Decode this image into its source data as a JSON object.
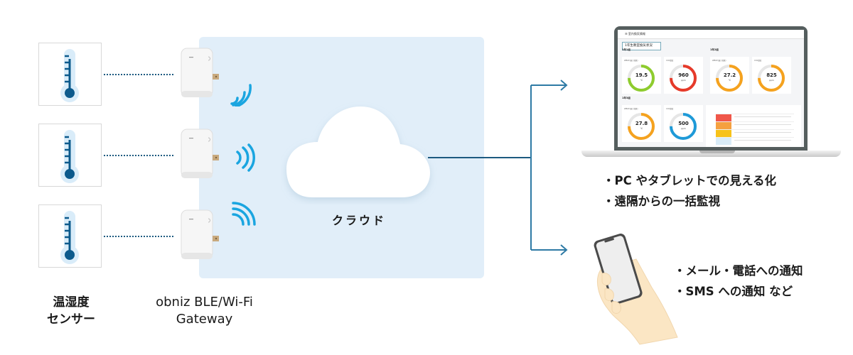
{
  "diagram": {
    "sensors": {
      "count": 3,
      "label_line1": "温湿度",
      "label_line2": "センサー",
      "icon": "thermometer-icon"
    },
    "gateway": {
      "label_line1": "obniz BLE/Wi-Fi",
      "label_line2": "Gateway",
      "icon": "gateway-device-icon",
      "signal_icon": "wireless-signal-icon"
    },
    "cloud": {
      "label": "クラウド",
      "icon": "cloud-icon"
    },
    "outputs": [
      {
        "device": "laptop",
        "bullets": [
          "・PC やタブレットでの見える化",
          "・遠隔からの一括監視"
        ]
      },
      {
        "device": "smartphone",
        "bullets": [
          "・メール・電話への通知",
          "・SMS への通知 など"
        ]
      }
    ],
    "colors": {
      "panel": "#e1eef9",
      "connector": "#1d5a80",
      "arrow": "#2e7aa5",
      "signal": "#1aa5e0",
      "thermometer": "#0c5a8c"
    }
  },
  "dashboard": {
    "app_title": "室内換気情報",
    "heading": "1年生教室換気状況",
    "sections": [
      {
        "name": "1年1組",
        "wbgt": {
          "title": "WBGT(暑さ指数)",
          "value": "19.5",
          "unit": "℃",
          "status": "good",
          "color": "#8ecc2e"
        },
        "co2": {
          "title": "CO2濃度",
          "value": "960",
          "unit": "ppm",
          "status": "warning",
          "color": "#e63a2a"
        }
      },
      {
        "name": "1年2組",
        "wbgt": {
          "title": "WBGT(暑さ指数)",
          "value": "27.2",
          "unit": "℃",
          "status": "caution",
          "color": "#f5a21e"
        },
        "co2": {
          "title": "CO2濃度",
          "value": "825",
          "unit": "ppm",
          "status": "caution",
          "color": "#f5a21e"
        }
      },
      {
        "name": "1年3組",
        "wbgt": {
          "title": "WBGT(暑さ指数)",
          "value": "27.8",
          "unit": "℃",
          "status": "caution",
          "color": "#f5a21e"
        },
        "co2": {
          "title": "CO2濃度",
          "value": "500",
          "unit": "ppm",
          "status": "good",
          "color": "#1e9ad8"
        }
      }
    ],
    "legend_table": {
      "row_colors": [
        "#f0574a",
        "#f5a040",
        "#f7c21a",
        "#d9ecf8"
      ]
    }
  }
}
